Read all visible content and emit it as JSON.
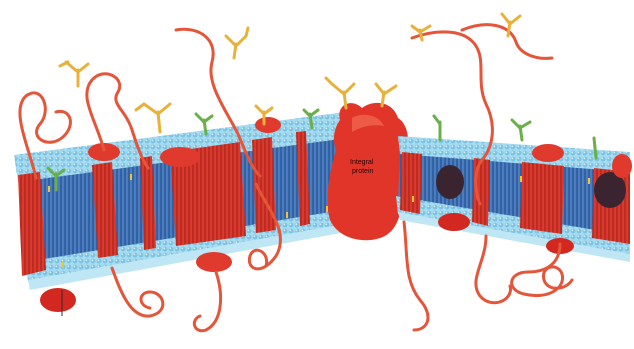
{
  "diagram": {
    "subject": "cell-membrane",
    "labels": {
      "protein_line1": "Integral",
      "protein_line2": "protein"
    },
    "colors": {
      "phospholipid_head": "#8ecfe8",
      "phospholipid_head_dark": "#5aa9cf",
      "tail_band": "#3d6fb3",
      "protein_red": "#e2352a",
      "protein_red_dark": "#b71f1a",
      "glyco_yellow": "#e8b23a",
      "glyco_green": "#6ab04a",
      "fiber_orange": "#e4553a",
      "dark_protein": "#3a2430"
    }
  }
}
